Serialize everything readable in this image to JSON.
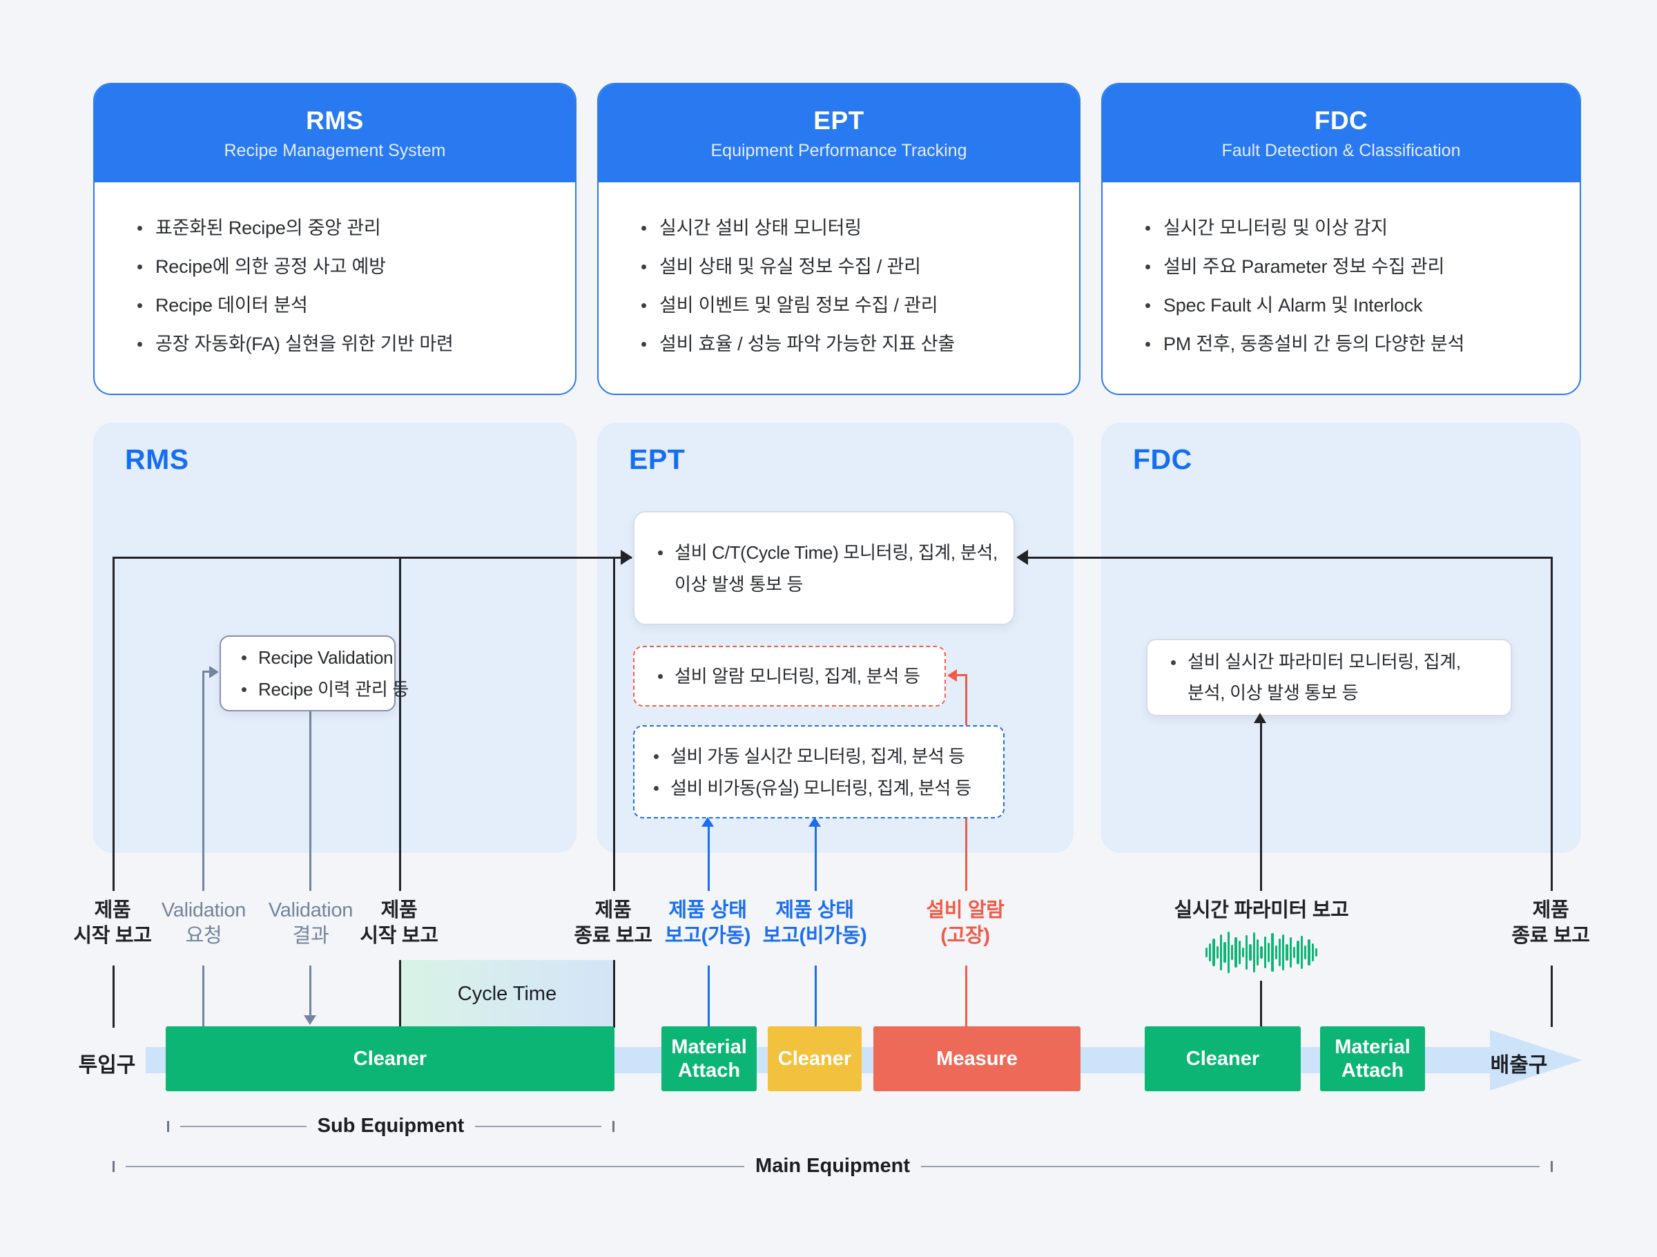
{
  "cards": [
    {
      "title": "RMS",
      "subtitle": "Recipe Management System",
      "bullets": [
        "표준화된 Recipe의 중앙 관리",
        "Recipe에 의한 공정 사고 예방",
        "Recipe 데이터 분석",
        "공장 자동화(FA) 실현을 위한 기반 마련"
      ]
    },
    {
      "title": "EPT",
      "subtitle": "Equipment Performance Tracking",
      "bullets": [
        "실시간 설비 상태 모니터링",
        "설비 상태 및 유실 정보 수집 / 관리",
        "설비 이벤트 및 알림 정보 수집 / 관리",
        "설비 효율 / 성능 파악 가능한 지표 산출"
      ]
    },
    {
      "title": "FDC",
      "subtitle": "Fault Detection & Classification",
      "bullets": [
        "실시간 모니터링 및 이상 감지",
        "설비 주요 Parameter 정보 수집 관리",
        "Spec Fault 시 Alarm 및 Interlock",
        "PM 전후, 동종설비 간 등의 다양한 분석"
      ]
    }
  ],
  "panels": [
    {
      "title": "RMS"
    },
    {
      "title": "EPT"
    },
    {
      "title": "FDC"
    }
  ],
  "boxes": {
    "recipe": {
      "items": [
        "Recipe Validation",
        "Recipe 이력 관리 등"
      ]
    },
    "cycle_time_monitor": {
      "text": "설비 C/T(Cycle Time) 모니터링, 집계, 분석, 이상 발생 통보 등"
    },
    "alarm_monitor": {
      "text": "설비 알람 모니터링, 집계, 분석 등"
    },
    "run_monitor": {
      "items": [
        "설비 가동 실시간 모니터링, 집계, 분석 등",
        "설비 비가동(유실) 모니터링, 집계, 분석 등"
      ]
    },
    "fdc_monitor": {
      "text": "설비 실시간 파라미터 모니터링, 집계, 분석, 이상 발생 통보 등"
    }
  },
  "flow_labels": [
    {
      "text": "제품\n시작 보고",
      "tone": "ink"
    },
    {
      "text": "Validation\n요청",
      "tone": "gray"
    },
    {
      "text": "Validation\n결과",
      "tone": "gray"
    },
    {
      "text": "제품\n시작 보고",
      "tone": "ink"
    },
    {
      "text": "제품\n종료 보고",
      "tone": "ink"
    },
    {
      "text": "제품 상태\n보고(가동)",
      "tone": "blue"
    },
    {
      "text": "제품 상태\n보고(비가동)",
      "tone": "blue"
    },
    {
      "text": "설비 알람\n(고장)",
      "tone": "red"
    },
    {
      "text": "실시간 파라미터 보고",
      "tone": "ink"
    },
    {
      "text": "제품\n종료 보고",
      "tone": "ink"
    }
  ],
  "equipment": [
    {
      "label": "Cleaner",
      "color": "green"
    },
    {
      "label": "Material Attach",
      "color": "green"
    },
    {
      "label": "Cleaner",
      "color": "yellow"
    },
    {
      "label": "Measure",
      "color": "red"
    },
    {
      "label": "Cleaner",
      "color": "green"
    },
    {
      "label": "Material Attach",
      "color": "green"
    }
  ],
  "conveyor": {
    "inlet_label": "투입구",
    "outlet_label": "배출구"
  },
  "markers": {
    "cycle_time": "Cycle Time",
    "sub_equipment": "Sub Equipment",
    "main_equipment": "Main Equipment"
  },
  "waveform": {
    "bars": [
      14,
      26,
      40,
      18,
      52,
      30,
      60,
      22,
      44,
      34,
      14,
      50,
      24,
      58,
      38,
      18,
      46,
      28,
      56,
      20,
      40,
      52,
      24,
      44,
      16,
      34,
      48,
      20,
      38,
      26,
      12
    ]
  },
  "colors": {
    "accent_blue": "#2979f1",
    "panel_bg": "#e4edfa",
    "panel_title": "#156df2",
    "green": "#0cb574",
    "yellow": "#f2c23e",
    "red": "#ee6a58",
    "line_red": "#f25a48",
    "line_blue": "#1a6ef0",
    "gray": "#73849c",
    "ink": "#212327",
    "conveyor": "#cde3fa",
    "cycle_from": "#d9f3e6",
    "cycle_to": "#d4e4f8"
  }
}
